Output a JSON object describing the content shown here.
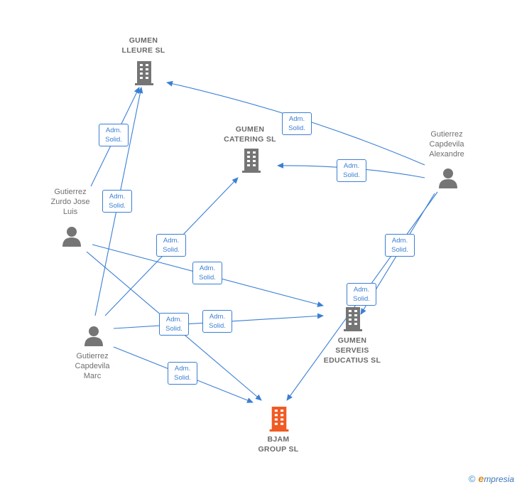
{
  "nodes": {
    "gumen_lleure": {
      "label": "GUMEN\nLLEURE  SL",
      "color": "#757575"
    },
    "gumen_catering": {
      "label": "GUMEN\nCATERING SL",
      "color": "#757575"
    },
    "gumen_serveis": {
      "label": "GUMEN\nSERVEIS\nEDUCATIUS  SL",
      "color": "#757575"
    },
    "bjam_group": {
      "label": "BJAM\nGROUP  SL",
      "color": "#f05a23"
    },
    "person_alexandre": {
      "label": "Gutierrez\nCapdevila\nAlexandre"
    },
    "person_jose_luis": {
      "label": "Gutierrez\nZurdo Jose\nLuis"
    },
    "person_marc": {
      "label": "Gutierrez\nCapdevila\nMarc"
    }
  },
  "edge_label": "Adm.\nSolid.",
  "edge_color": "#3b7fd4",
  "footer": {
    "copyright": "©",
    "brand_initial": "e",
    "brand_rest": "mpresia"
  }
}
